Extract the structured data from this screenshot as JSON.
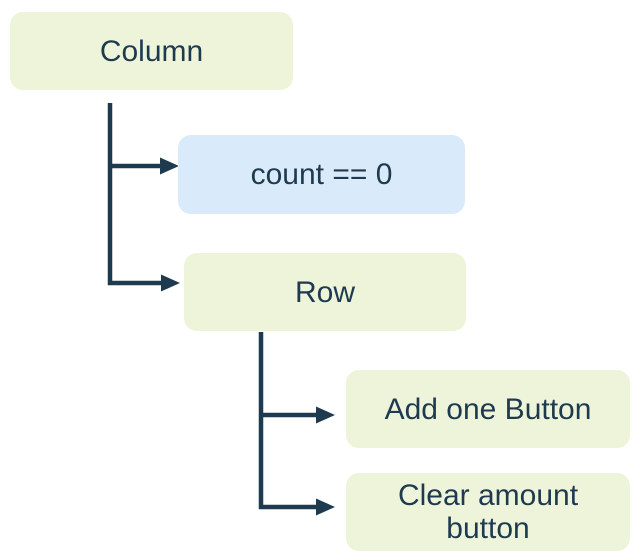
{
  "diagram": {
    "type": "widget-tree",
    "nodes": [
      {
        "id": "column",
        "label": "Column",
        "kind": "widget"
      },
      {
        "id": "condition",
        "label": "count == 0",
        "kind": "condition"
      },
      {
        "id": "row",
        "label": "Row",
        "kind": "widget"
      },
      {
        "id": "add-button",
        "label": "Add one Button",
        "kind": "widget"
      },
      {
        "id": "clear-button",
        "label": "Clear amount button",
        "kind": "widget"
      }
    ],
    "edges": [
      {
        "from": "column",
        "to": "condition"
      },
      {
        "from": "column",
        "to": "row"
      },
      {
        "from": "row",
        "to": "add-button"
      },
      {
        "from": "row",
        "to": "clear-button"
      }
    ]
  },
  "colors": {
    "widget_fill": "#eef4d9",
    "condition_fill": "#d9eafb",
    "line": "#1d3a4f",
    "text": "#1d3a4f",
    "background": "#ffffff"
  }
}
